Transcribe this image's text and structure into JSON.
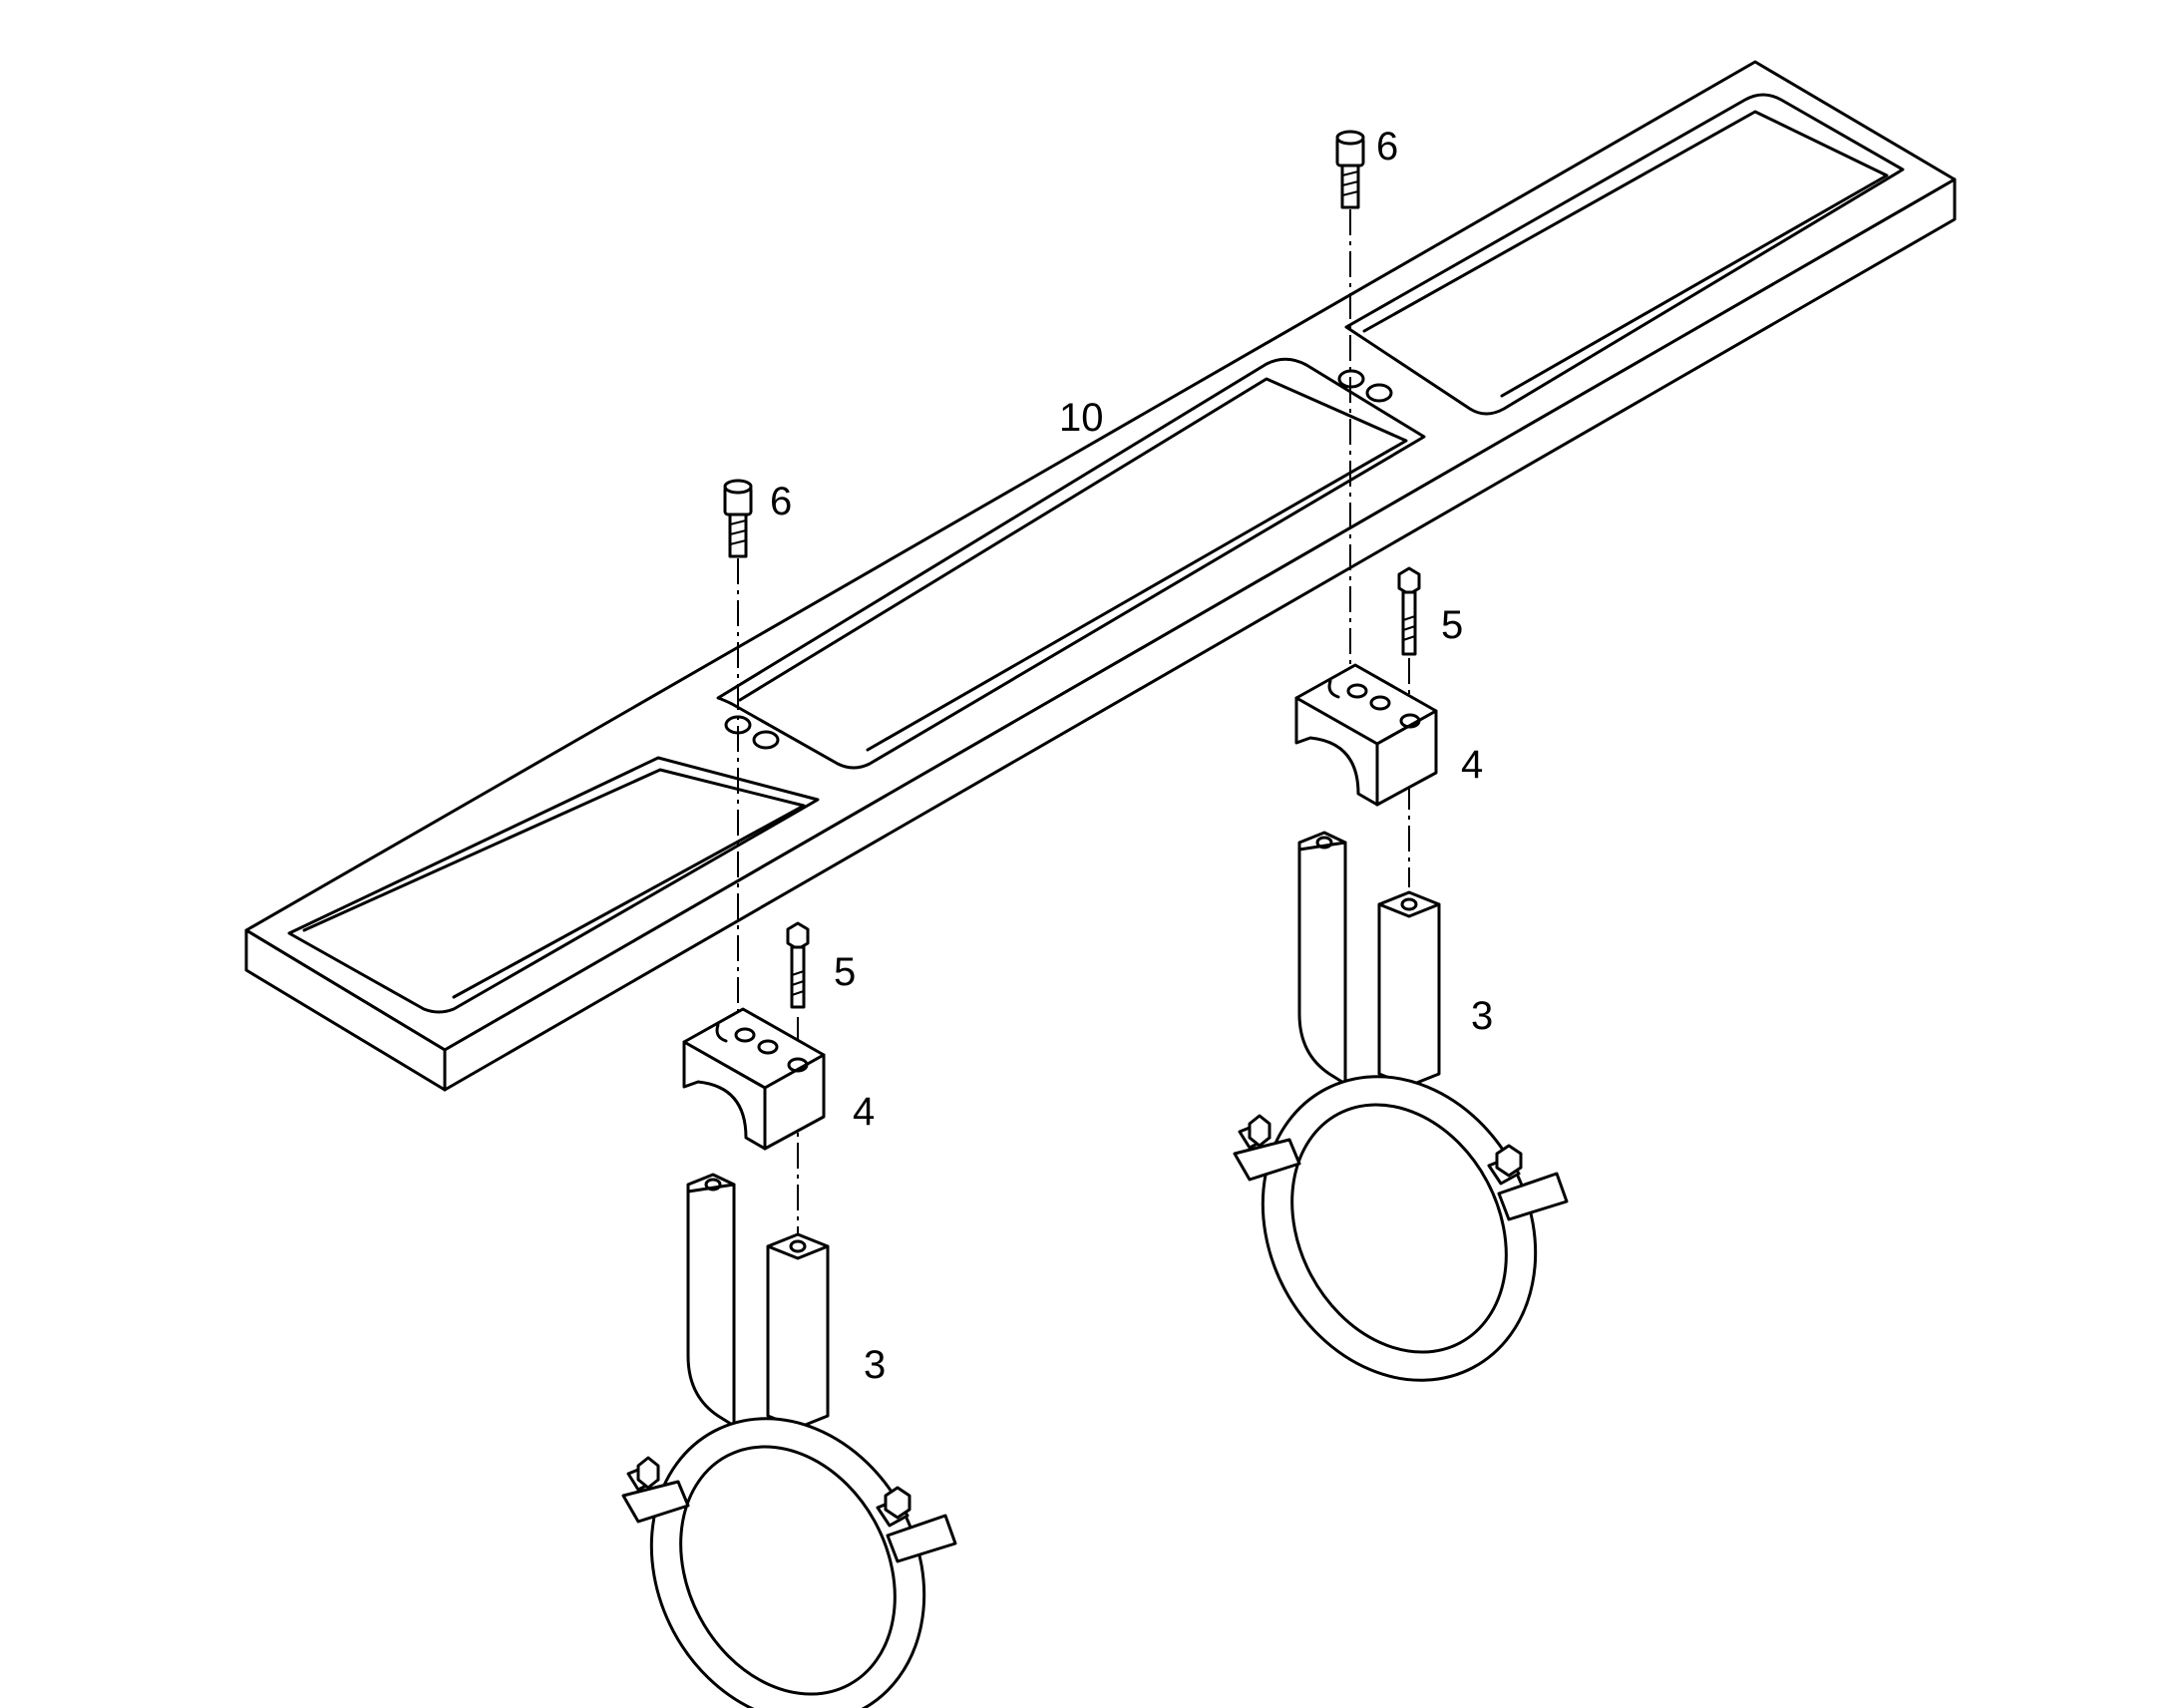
{
  "diagram": {
    "line_color": "#000000",
    "background_color": "#ffffff",
    "callouts": {
      "frame": "10",
      "screw_right": "6",
      "screw_left": "6",
      "bolt_right": "5",
      "bolt_left": "5",
      "block_right": "4",
      "block_left": "4",
      "clamp_right": "3",
      "clamp_left": "3"
    }
  }
}
